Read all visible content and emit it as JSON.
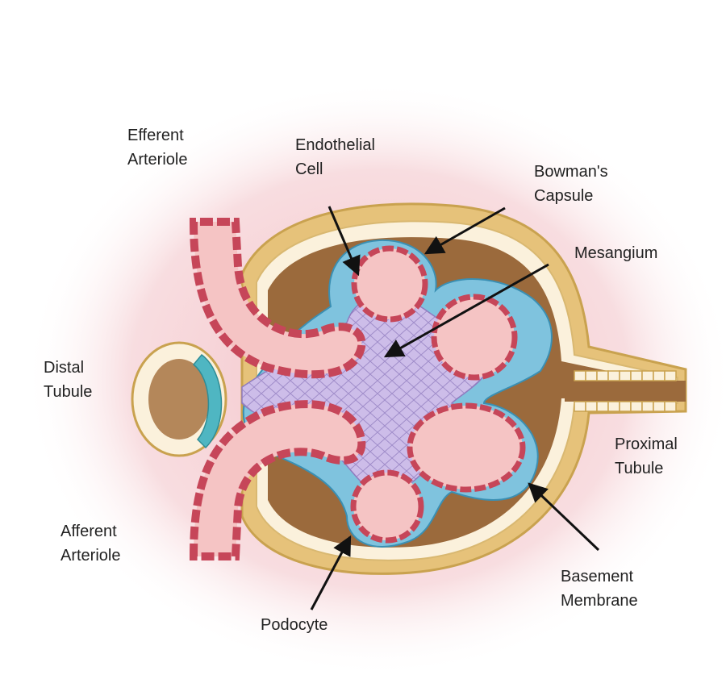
{
  "labels": {
    "efferent_arteriole": [
      "Efferent",
      "Arteriole"
    ],
    "endothelial_cell": [
      "Endothelial",
      "Cell"
    ],
    "bowmans_capsule": [
      "Bowman's",
      "Capsule"
    ],
    "mesangium": [
      "Mesangium"
    ],
    "distal_tubule": [
      "Distal",
      "Tubule"
    ],
    "proximal_tubule": [
      "Proximal",
      "Tubule"
    ],
    "afferent_arteriole": [
      "Afferent",
      "Arteriole"
    ],
    "basement_membrane": [
      "Basement",
      "Membrane"
    ],
    "podocyte": [
      "Podocyte"
    ]
  },
  "colors": {
    "glow": "#f6cfd3",
    "capsule_outer": "#e8c77f",
    "capsule_rim": "#c9a24f",
    "urinary_space": "#9b6a3c",
    "podocyte_layer": "#7fc3de",
    "mesangium": "#c9b8e6",
    "capillary_fill": "#f5c4c4",
    "capillary_cell": "#c64659",
    "arrow": "#111111"
  }
}
